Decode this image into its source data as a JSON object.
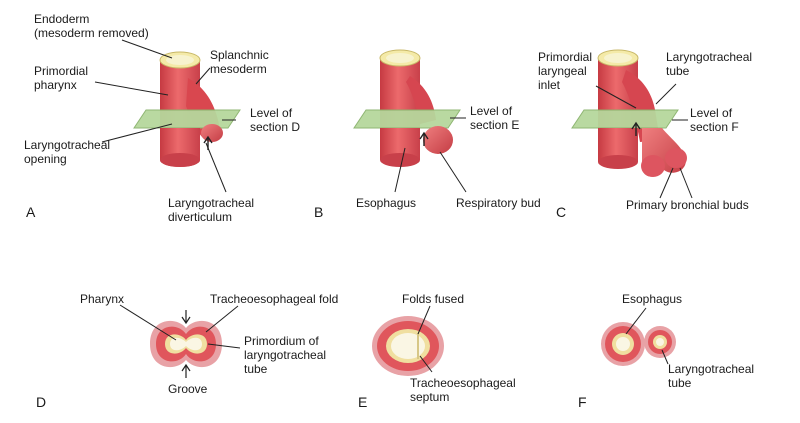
{
  "colors": {
    "tissue": "#e0565c",
    "tissue_dark": "#b83038",
    "tissue_light": "#ee8a8a",
    "endoderm_rim": "#f4eaa8",
    "endoderm_inner": "#f7f3cf",
    "plane": "#b6d79c",
    "plane_edge": "#8ab36c",
    "halo": "#e8a2a6",
    "ring": "#f0dfa0",
    "lumen": "#faf6e4",
    "line": "#222222"
  },
  "panels": {
    "A": {
      "letter": "A",
      "endoderm": "Endoderm\n(mesoderm removed)",
      "primordial_pharynx": "Primordial\npharynx",
      "splanchnic_mesoderm": "Splanchnic\nmesoderm",
      "level": "Level of\nsection D",
      "laryngotracheal_opening": "Laryngotracheal\nopening",
      "laryngotracheal_diverticulum": "Laryngotracheal\ndiverticulum"
    },
    "B": {
      "letter": "B",
      "level": "Level of\nsection E",
      "esophagus": "Esophagus",
      "respiratory_bud": "Respiratory bud"
    },
    "C": {
      "letter": "C",
      "primordial_laryngeal_inlet": "Primordial\nlaryngeal\ninlet",
      "laryngotracheal_tube": "Laryngotracheal\ntube",
      "level": "Level of\nsection F",
      "primary_bronchial_buds": "Primary bronchial buds"
    },
    "D": {
      "letter": "D",
      "pharynx": "Pharynx",
      "tracheoesophageal_fold": "Tracheoesophageal fold",
      "primordium": "Primordium of\nlaryngotracheal\ntube",
      "groove": "Groove"
    },
    "E": {
      "letter": "E",
      "folds_fused": "Folds fused",
      "septum": "Tracheoesophageal\nseptum"
    },
    "F": {
      "letter": "F",
      "esophagus": "Esophagus",
      "laryngotracheal_tube": "Laryngotracheal\ntube"
    }
  }
}
